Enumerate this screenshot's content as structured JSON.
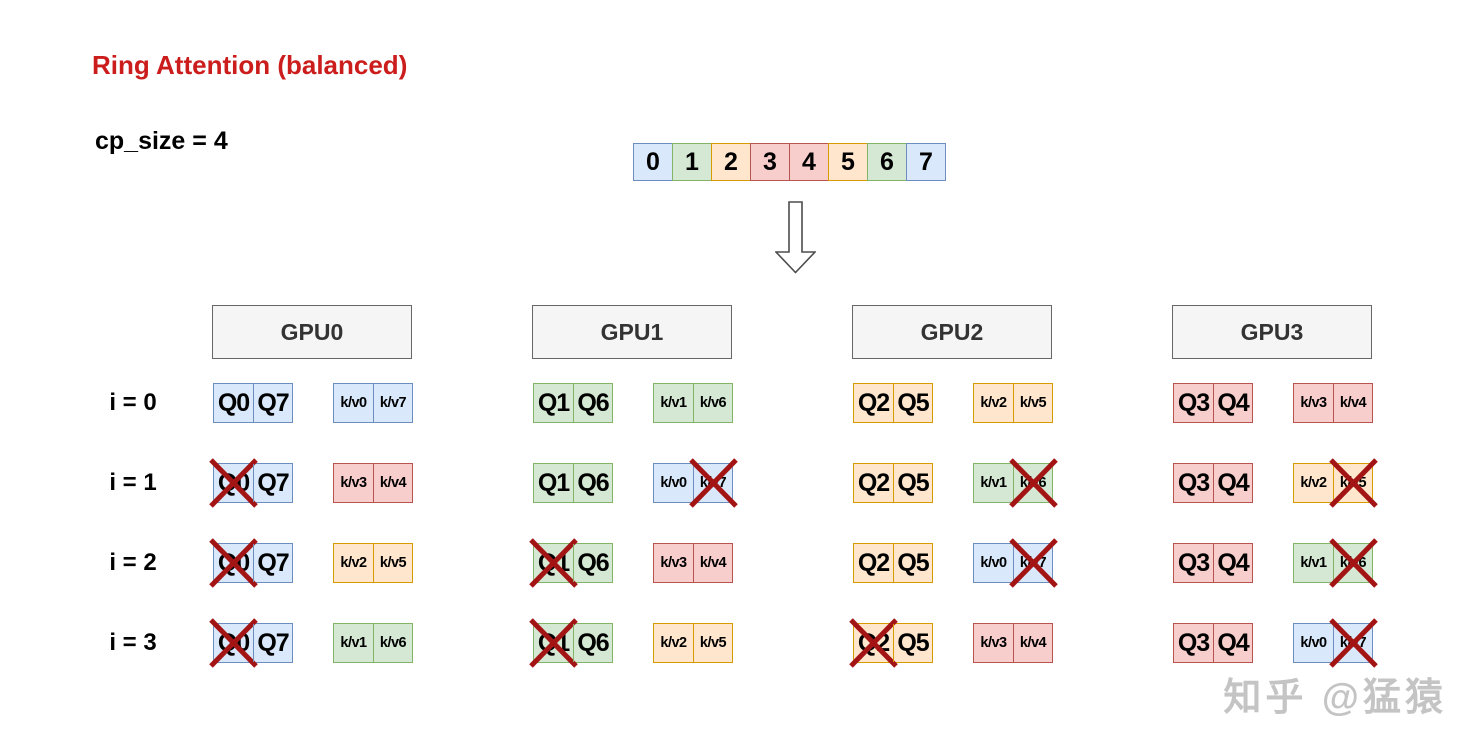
{
  "title": "Ring Attention (balanced)",
  "cp_size_label": "cp_size = 4",
  "watermark": "知乎 @猛猿",
  "colors": {
    "title": "#cc1d1d",
    "cross": "#a31515",
    "header_fill": "#f5f5f5",
    "header_border": "#666666",
    "header_text": "#333333"
  },
  "palette": {
    "blue": {
      "fill": "#dae8fc",
      "border": "#6c8ebf"
    },
    "green": {
      "fill": "#d5e8d4",
      "border": "#82b366"
    },
    "yellow": {
      "fill": "#ffe6cc",
      "border": "#d79b00"
    },
    "red": {
      "fill": "#f8cecc",
      "border": "#b85450"
    }
  },
  "sequence": [
    {
      "label": "0",
      "color": "blue"
    },
    {
      "label": "1",
      "color": "green"
    },
    {
      "label": "2",
      "color": "yellow"
    },
    {
      "label": "3",
      "color": "red"
    },
    {
      "label": "4",
      "color": "red"
    },
    {
      "label": "5",
      "color": "yellow"
    },
    {
      "label": "6",
      "color": "green"
    },
    {
      "label": "7",
      "color": "blue"
    }
  ],
  "row_labels": [
    "i = 0",
    "i = 1",
    "i = 2",
    "i = 3"
  ],
  "gpus": [
    {
      "name": "GPU0",
      "q_color": "blue",
      "rows": [
        {
          "q_cells": [
            "Q0",
            "Q7"
          ],
          "q_crossed": [
            false,
            false
          ],
          "kv_cells": [
            "k/v0",
            "k/v7"
          ],
          "kv_color": "blue",
          "kv_crossed": [
            false,
            false
          ]
        },
        {
          "q_cells": [
            "Q0",
            "Q7"
          ],
          "q_crossed": [
            true,
            false
          ],
          "kv_cells": [
            "k/v3",
            "k/v4"
          ],
          "kv_color": "red",
          "kv_crossed": [
            false,
            false
          ]
        },
        {
          "q_cells": [
            "Q0",
            "Q7"
          ],
          "q_crossed": [
            true,
            false
          ],
          "kv_cells": [
            "k/v2",
            "k/v5"
          ],
          "kv_color": "yellow",
          "kv_crossed": [
            false,
            false
          ]
        },
        {
          "q_cells": [
            "Q0",
            "Q7"
          ],
          "q_crossed": [
            true,
            false
          ],
          "kv_cells": [
            "k/v1",
            "k/v6"
          ],
          "kv_color": "green",
          "kv_crossed": [
            false,
            false
          ]
        }
      ]
    },
    {
      "name": "GPU1",
      "q_color": "green",
      "rows": [
        {
          "q_cells": [
            "Q1",
            "Q6"
          ],
          "q_crossed": [
            false,
            false
          ],
          "kv_cells": [
            "k/v1",
            "k/v6"
          ],
          "kv_color": "green",
          "kv_crossed": [
            false,
            false
          ]
        },
        {
          "q_cells": [
            "Q1",
            "Q6"
          ],
          "q_crossed": [
            false,
            false
          ],
          "kv_cells": [
            "k/v0",
            "k/v7"
          ],
          "kv_color": "blue",
          "kv_crossed": [
            false,
            true
          ]
        },
        {
          "q_cells": [
            "Q1",
            "Q6"
          ],
          "q_crossed": [
            true,
            false
          ],
          "kv_cells": [
            "k/v3",
            "k/v4"
          ],
          "kv_color": "red",
          "kv_crossed": [
            false,
            false
          ]
        },
        {
          "q_cells": [
            "Q1",
            "Q6"
          ],
          "q_crossed": [
            true,
            false
          ],
          "kv_cells": [
            "k/v2",
            "k/v5"
          ],
          "kv_color": "yellow",
          "kv_crossed": [
            false,
            false
          ]
        }
      ]
    },
    {
      "name": "GPU2",
      "q_color": "yellow",
      "rows": [
        {
          "q_cells": [
            "Q2",
            "Q5"
          ],
          "q_crossed": [
            false,
            false
          ],
          "kv_cells": [
            "k/v2",
            "k/v5"
          ],
          "kv_color": "yellow",
          "kv_crossed": [
            false,
            false
          ]
        },
        {
          "q_cells": [
            "Q2",
            "Q5"
          ],
          "q_crossed": [
            false,
            false
          ],
          "kv_cells": [
            "k/v1",
            "k/v6"
          ],
          "kv_color": "green",
          "kv_crossed": [
            false,
            true
          ]
        },
        {
          "q_cells": [
            "Q2",
            "Q5"
          ],
          "q_crossed": [
            false,
            false
          ],
          "kv_cells": [
            "k/v0",
            "k/v7"
          ],
          "kv_color": "blue",
          "kv_crossed": [
            false,
            true
          ]
        },
        {
          "q_cells": [
            "Q2",
            "Q5"
          ],
          "q_crossed": [
            true,
            false
          ],
          "kv_cells": [
            "k/v3",
            "k/v4"
          ],
          "kv_color": "red",
          "kv_crossed": [
            false,
            false
          ]
        }
      ]
    },
    {
      "name": "GPU3",
      "q_color": "red",
      "rows": [
        {
          "q_cells": [
            "Q3",
            "Q4"
          ],
          "q_crossed": [
            false,
            false
          ],
          "kv_cells": [
            "k/v3",
            "k/v4"
          ],
          "kv_color": "red",
          "kv_crossed": [
            false,
            false
          ]
        },
        {
          "q_cells": [
            "Q3",
            "Q4"
          ],
          "q_crossed": [
            false,
            false
          ],
          "kv_cells": [
            "k/v2",
            "k/v5"
          ],
          "kv_color": "yellow",
          "kv_crossed": [
            false,
            true
          ]
        },
        {
          "q_cells": [
            "Q3",
            "Q4"
          ],
          "q_crossed": [
            false,
            false
          ],
          "kv_cells": [
            "k/v1",
            "k/v6"
          ],
          "kv_color": "green",
          "kv_crossed": [
            false,
            true
          ]
        },
        {
          "q_cells": [
            "Q3",
            "Q4"
          ],
          "q_crossed": [
            false,
            false
          ],
          "kv_cells": [
            "k/v0",
            "k/v7"
          ],
          "kv_color": "blue",
          "kv_crossed": [
            false,
            true
          ]
        }
      ]
    }
  ]
}
